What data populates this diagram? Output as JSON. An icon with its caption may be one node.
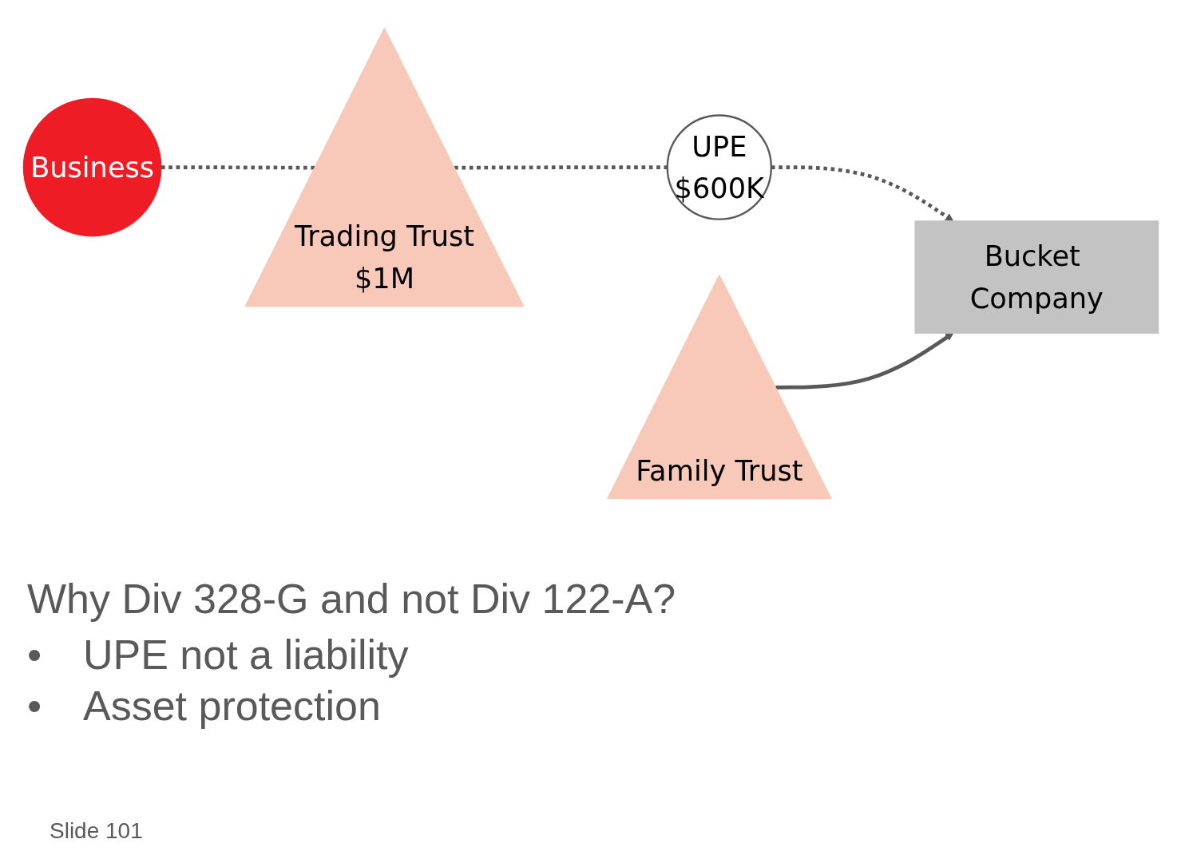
{
  "diagram": {
    "nodes": [
      {
        "text": [
          "Business"
        ]
      },
      {
        "text": [
          "Trading Trust",
          "$1M"
        ]
      },
      {
        "text": [
          "UPE",
          "$600K"
        ]
      },
      {
        "text": [
          "Bucket Company"
        ]
      },
      {
        "text": [
          "Family Trust"
        ]
      }
    ],
    "edges": [
      {
        "from": 0,
        "to": 1,
        "arrow": "none",
        "style": "dashed"
      },
      {
        "from": 1,
        "to": 2,
        "arrow": "none",
        "style": "dashed"
      },
      {
        "from": 2,
        "to": 3,
        "arrow": "to",
        "style": "dashed"
      },
      {
        "from": 4,
        "to": 3,
        "arrow": "to"
      }
    ],
    "labels": [
      "Why Div 328-G and not Div 122-A?",
      "•",
      "UPE not a liability",
      "•",
      "Asset protection",
      "Slide 101"
    ]
  }
}
